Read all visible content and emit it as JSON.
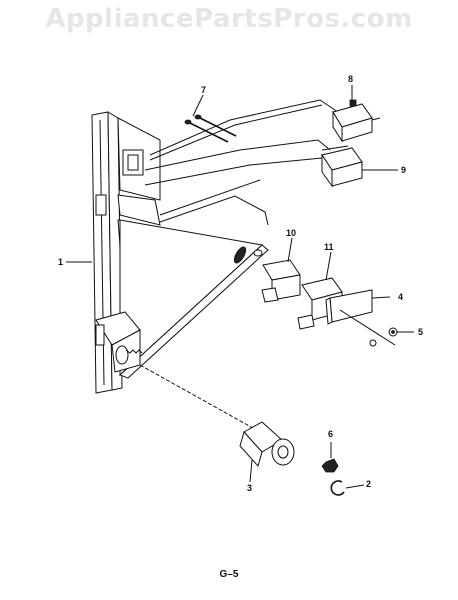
{
  "watermark": "AppliancePartsPros.com",
  "page_code": "G–5",
  "callouts": [
    {
      "id": "c1",
      "label": "1"
    },
    {
      "id": "c2",
      "label": "2"
    },
    {
      "id": "c3",
      "label": "3"
    },
    {
      "id": "c4",
      "label": "4"
    },
    {
      "id": "c5",
      "label": "5"
    },
    {
      "id": "c6",
      "label": "6"
    },
    {
      "id": "c7",
      "label": "7"
    },
    {
      "id": "c8",
      "label": "8"
    },
    {
      "id": "c9",
      "label": "9"
    },
    {
      "id": "c10",
      "label": "10"
    },
    {
      "id": "c11",
      "label": "11"
    }
  ]
}
